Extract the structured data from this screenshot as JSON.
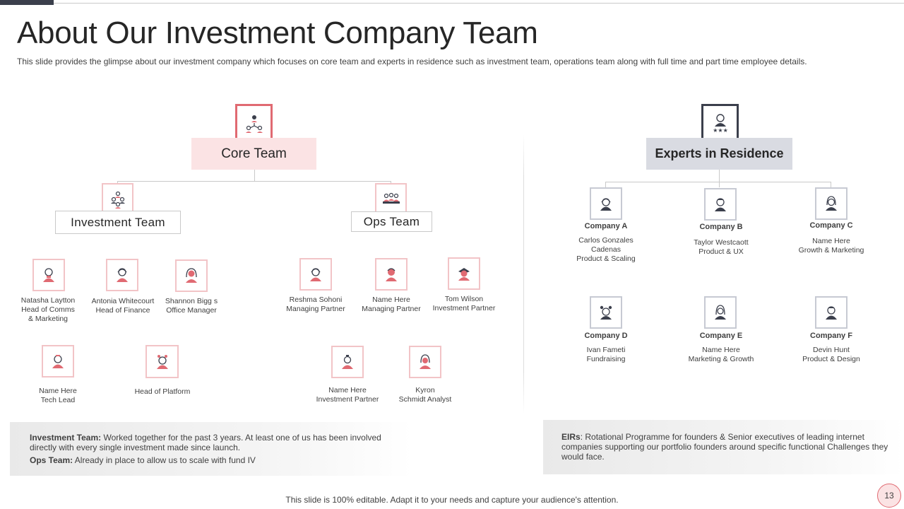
{
  "slide": {
    "title": "About Our Investment Company Team",
    "subtitle": "This slide provides the glimpse about our investment company which focuses on core team and experts in residence such as investment team, operations team along with full time and part time employee details.",
    "footer": "This slide is 100% editable. Adapt it to your needs and capture your audience's attention.",
    "page_number": "13"
  },
  "colors": {
    "accent_red": "#e06a72",
    "header_pink": "#fbe3e4",
    "header_gray": "#d9dbe2",
    "dark_slate": "#3b3f4c"
  },
  "core_team": {
    "header": "Core Team",
    "header_icon": "team-hierarchy-icon",
    "investment_team": {
      "label": "Investment Team",
      "icon": "group-users-icon",
      "members": [
        {
          "name": "Natasha Laytton",
          "role": "Head of Comms",
          "role2": "& Marketing"
        },
        {
          "name": "Antonia Whitecourt",
          "role": "Head of Finance"
        },
        {
          "name": "Shannon Bigg s",
          "role": "Office Manager"
        },
        {
          "name": "Name Here",
          "role": "Tech Lead"
        },
        {
          "name": "Head of Platform"
        }
      ]
    },
    "ops_team": {
      "label": "Ops Team",
      "icon": "meeting-team-icon",
      "members": [
        {
          "name": "Reshma Sohoni",
          "role": "Managing Partner"
        },
        {
          "name": "Name Here",
          "role": "Managing Partner"
        },
        {
          "name": "Tom Wilson",
          "role": "Investment Partner"
        },
        {
          "name": "Name Here",
          "role": "Investment Partner"
        },
        {
          "name": "Kyron",
          "role": "Schmidt Analyst"
        }
      ]
    }
  },
  "experts": {
    "header": "Experts in Residence",
    "header_icon": "expert-rating-icon",
    "companies": [
      {
        "company": "Company A",
        "line1": "Carlos Gonzales",
        "line2": "Cadenas",
        "line3": "Product & Scaling"
      },
      {
        "company": "Company B",
        "line1": "Taylor Westcaott",
        "line2": "Product & UX"
      },
      {
        "company": "Company C",
        "line1": "Name Here",
        "line2": "Growth & Marketing"
      },
      {
        "company": "Company D",
        "line1": "Ivan Fameti",
        "line2": "Fundraising"
      },
      {
        "company": "Company E",
        "line1": "Name Here",
        "line2": "Marketing & Growth"
      },
      {
        "company": "Company F",
        "line1": "Devin Hunt",
        "line2": "Product & Design"
      }
    ]
  },
  "notes": {
    "investment_label": "Investment Team:",
    "investment_text": " Worked together for the past 3 years. At least one of us has been involved directly with every single investment made since launch.",
    "ops_label": "Ops Team:",
    "ops_text": " Already in place to allow us to scale with fund IV",
    "eir_label": "EIRs",
    "eir_text": ": Rotational Programme for founders & Senior executives of leading internet companies supporting our portfolio founders around specific functional Challenges they would face."
  }
}
